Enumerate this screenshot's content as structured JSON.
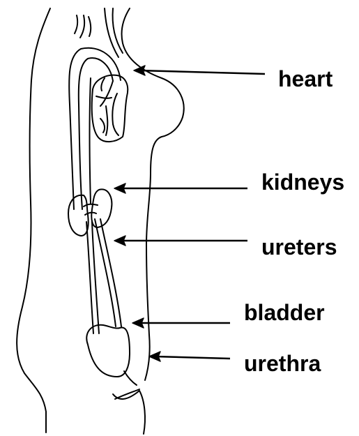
{
  "labels": {
    "heart": "heart",
    "kidneys": "kidneys",
    "ureters": "ureters",
    "bladder": "bladder",
    "urethra": "urethra"
  },
  "colors": {
    "ink": "#000000",
    "background": "#ffffff"
  }
}
